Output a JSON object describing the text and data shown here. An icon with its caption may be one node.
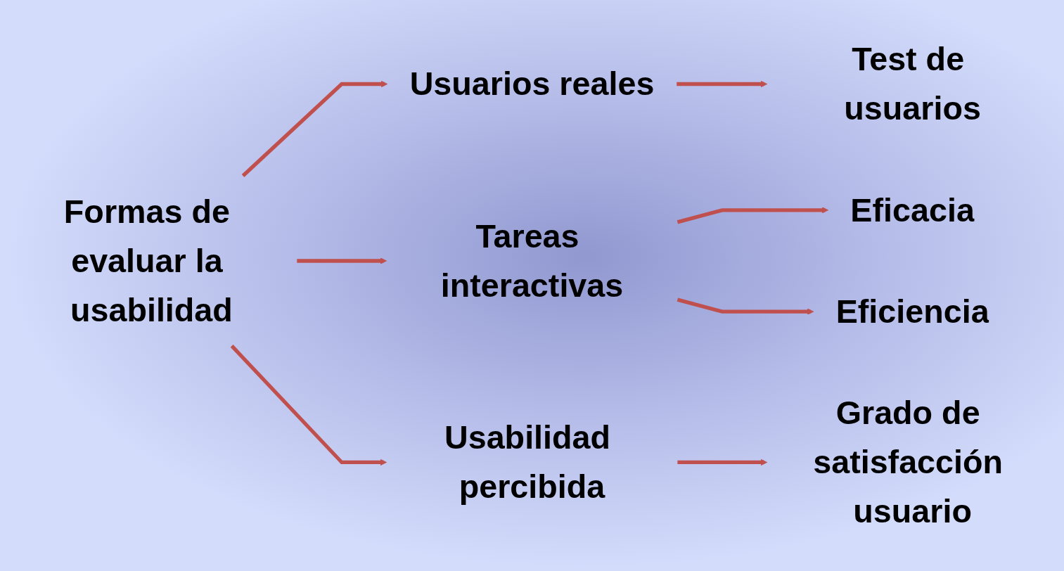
{
  "diagram": {
    "nodes": [
      {
        "text": [
          "Formas de evaluar la usabilidad"
        ]
      },
      {
        "text": [
          "Usuarios reales"
        ]
      },
      {
        "text": [
          "Tareas interactivas"
        ]
      },
      {
        "text": [
          "Usabilidad percibida"
        ]
      },
      {
        "text": [
          "Test de usuarios"
        ]
      },
      {
        "text": [
          "Eficacia"
        ]
      },
      {
        "text": [
          "Eficiencia"
        ]
      },
      {
        "text": [
          "Grado de satisfacción usuario"
        ]
      }
    ],
    "edges": [
      {
        "from": 0,
        "to": 1,
        "arrow": "to"
      },
      {
        "from": 0,
        "to": 2,
        "arrow": "to"
      },
      {
        "from": 0,
        "to": 3,
        "arrow": "to"
      },
      {
        "from": 1,
        "to": 4,
        "arrow": "to"
      },
      {
        "from": 2,
        "to": 5,
        "arrow": "to"
      },
      {
        "from": 2,
        "to": 6,
        "arrow": "to"
      },
      {
        "from": 3,
        "to": 7,
        "arrow": "to"
      }
    ]
  }
}
